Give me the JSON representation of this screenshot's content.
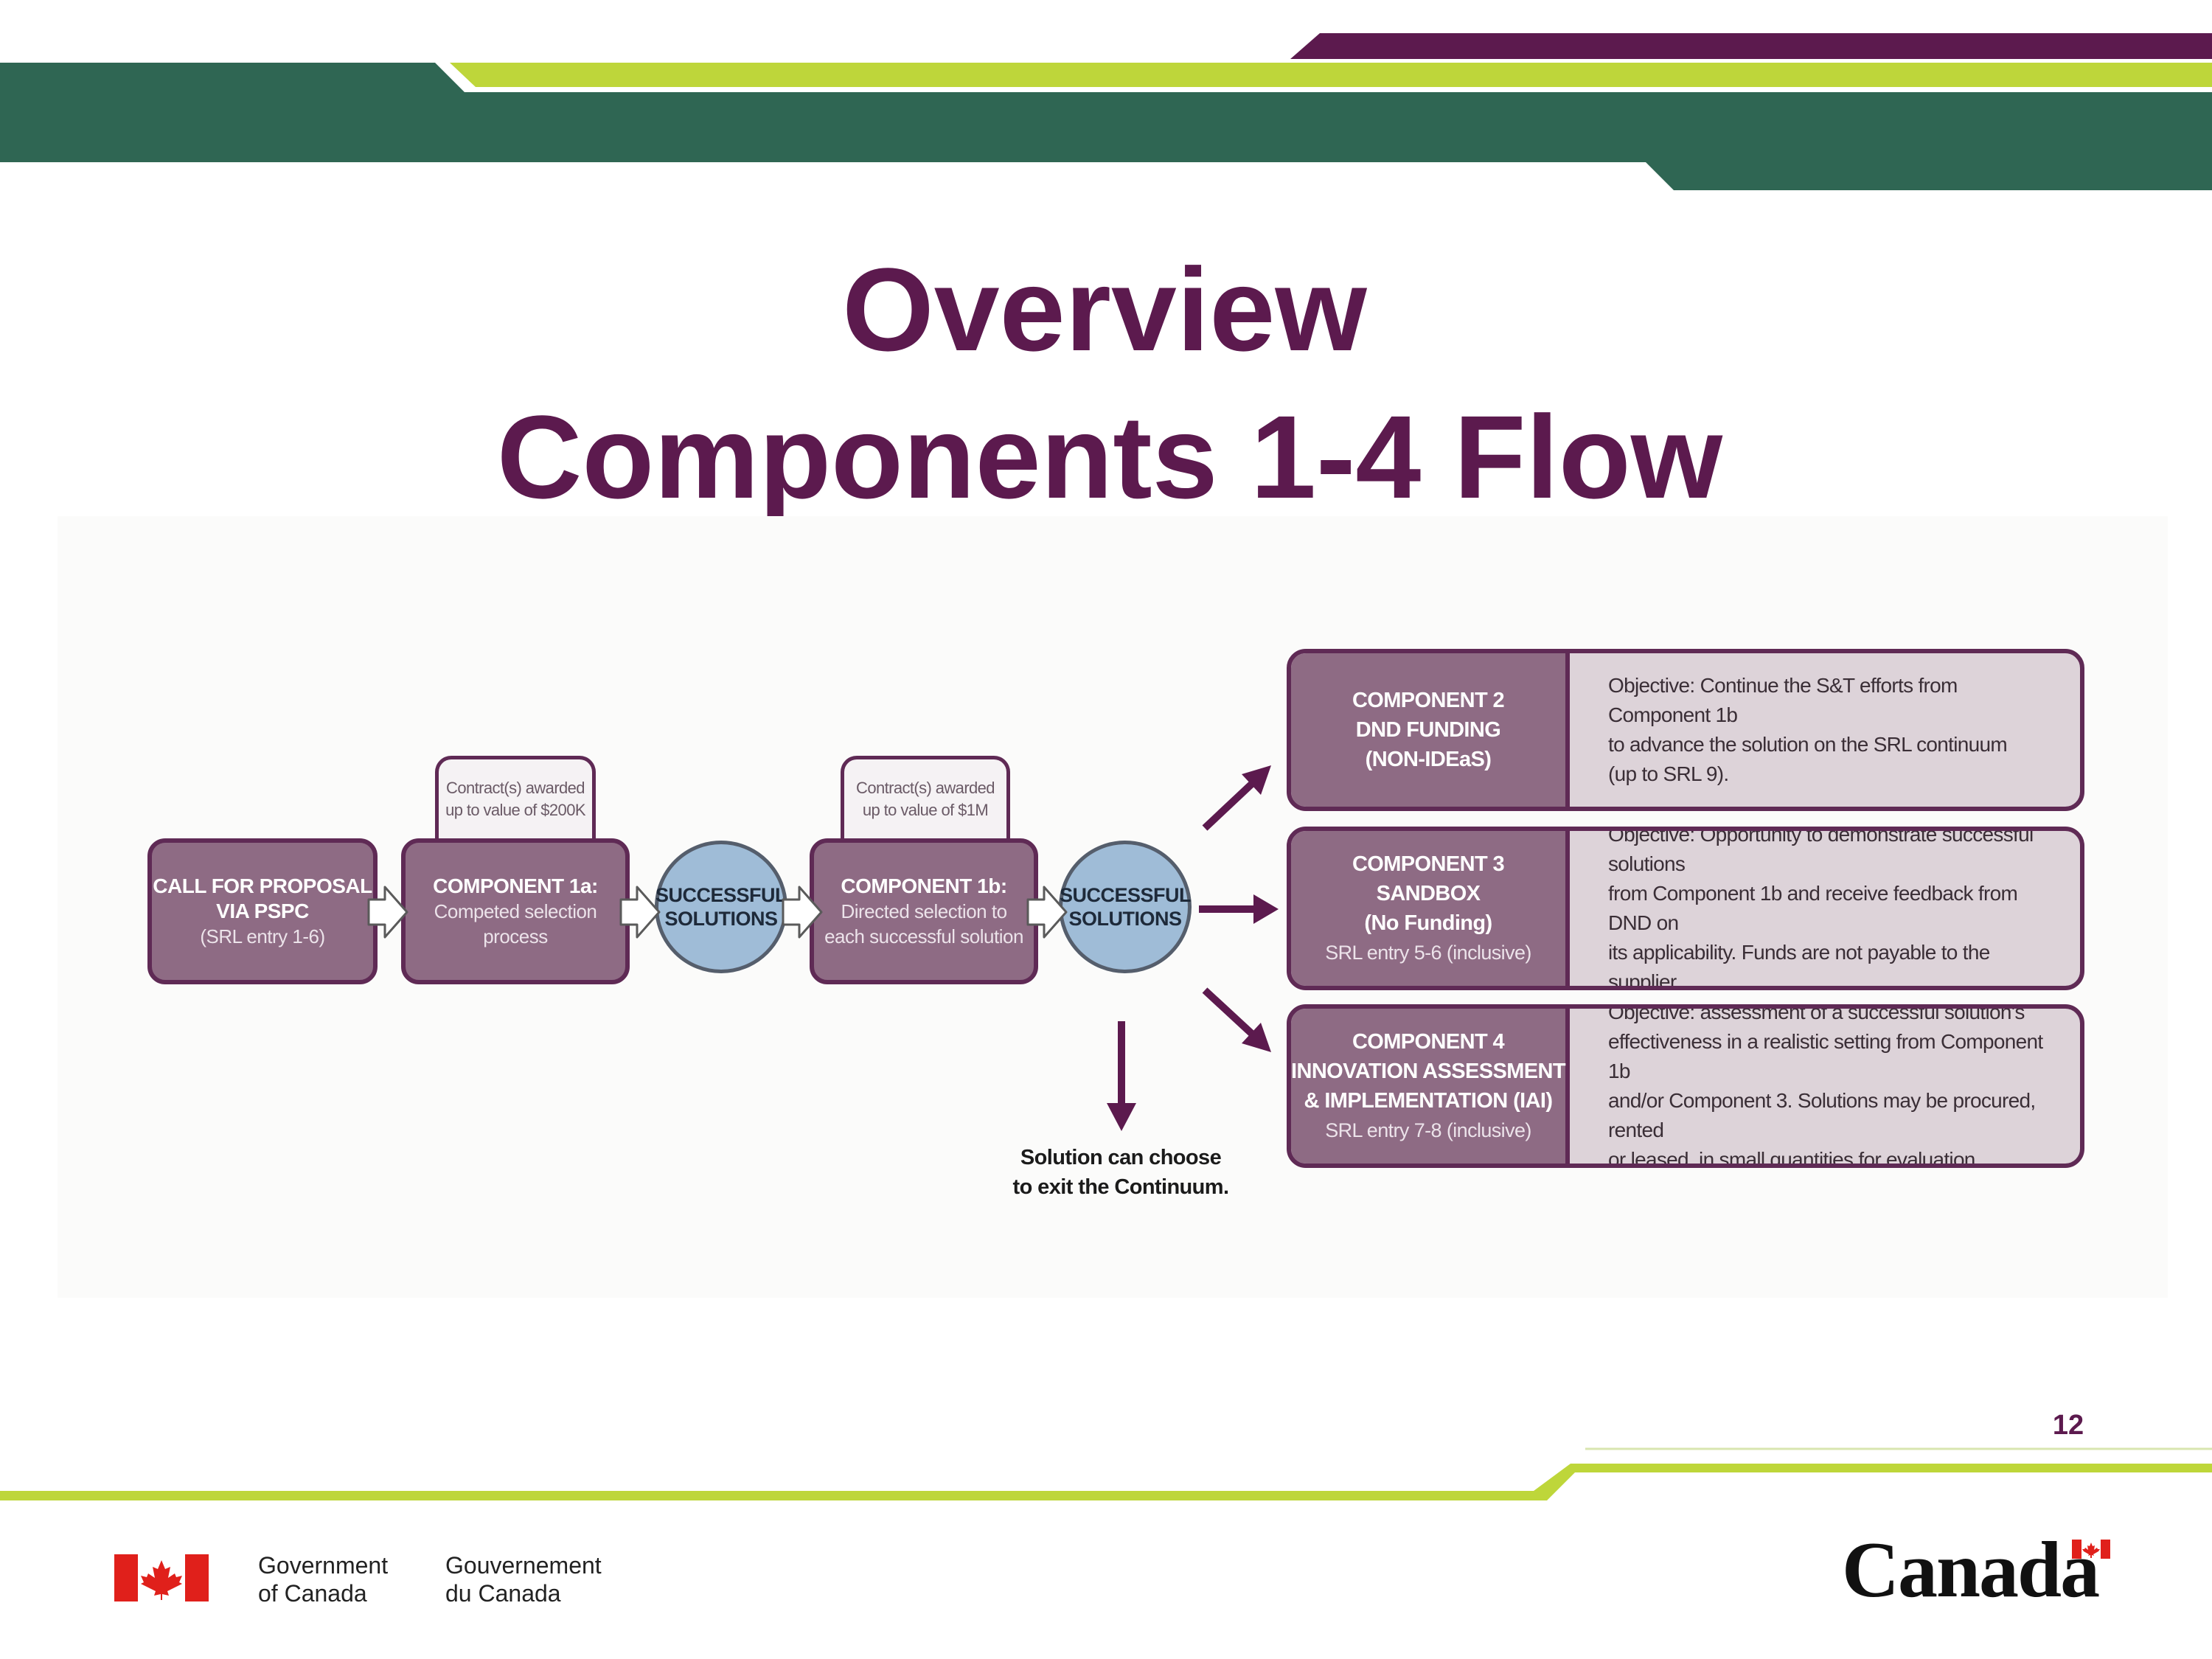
{
  "slide": {
    "title_line1": "Overview",
    "title_line2": "Components 1-4 Flow",
    "page_number": "12",
    "colors": {
      "title": "#5c1a4e",
      "header_green": "#2f6653",
      "lime": "#bed63a",
      "purple": "#5c1a4e",
      "box_fill": "#8e6b84",
      "circle_fill": "#9fbcd7"
    }
  },
  "flow": {
    "call_for_proposal": {
      "line1": "CALL FOR PROPOSAL",
      "line2": "VIA PSPC",
      "line3": "(SRL entry 1-6)"
    },
    "component_1a": {
      "title": "COMPONENT 1a:",
      "subtitle": "Competed selection process",
      "note_line1": "Contract(s) awarded",
      "note_line2": "up to value of $200K"
    },
    "successful_solutions_1": {
      "line1": "SUCCESSFUL",
      "line2": "SOLUTIONS"
    },
    "component_1b": {
      "title": "COMPONENT 1b:",
      "subtitle_line1": "Directed selection to",
      "subtitle_line2": "each successful solution",
      "note_line1": "Contract(s) awarded",
      "note_line2": "up to value of $1M"
    },
    "successful_solutions_2": {
      "line1": "SUCCESSFUL",
      "line2": "SOLUTIONS"
    },
    "exit_line1": "Solution can choose",
    "exit_line2": "to exit the Continuum."
  },
  "components": [
    {
      "title_lines": [
        "COMPONENT 2",
        "DND FUNDING",
        "(NON-IDEaS)"
      ],
      "sub": "",
      "objective_lines": [
        "Objective: Continue the S&T efforts from Component 1b",
        "to advance the solution on the SRL continuum",
        "(up to SRL 9)."
      ]
    },
    {
      "title_lines": [
        "COMPONENT 3",
        "SANDBOX",
        "(No Funding)"
      ],
      "sub": "SRL entry 5-6 (inclusive)",
      "objective_lines": [
        "Objective: Opportunity to demonstrate successful solutions",
        "from Component 1b and receive feedback from DND on",
        "its applicability. Funds are not payable to the supplier."
      ]
    },
    {
      "title_lines": [
        "COMPONENT 4",
        "INNOVATION ASSESSMENT",
        "& IMPLEMENTATION (IAI)"
      ],
      "sub": "SRL entry 7-8 (inclusive)",
      "objective_lines": [
        "Objective: assessment of a successful solution's",
        "effectiveness in a realistic setting from Component 1b",
        "and/or Component 3. Solutions may be procured, rented",
        "or leased, in small quantities for evaluation."
      ]
    }
  ],
  "footer": {
    "gov_en_line1": "Government",
    "gov_en_line2": "of Canada",
    "gov_fr_line1": "Gouvernement",
    "gov_fr_line2": "du Canada",
    "wordmark": "Canada"
  }
}
